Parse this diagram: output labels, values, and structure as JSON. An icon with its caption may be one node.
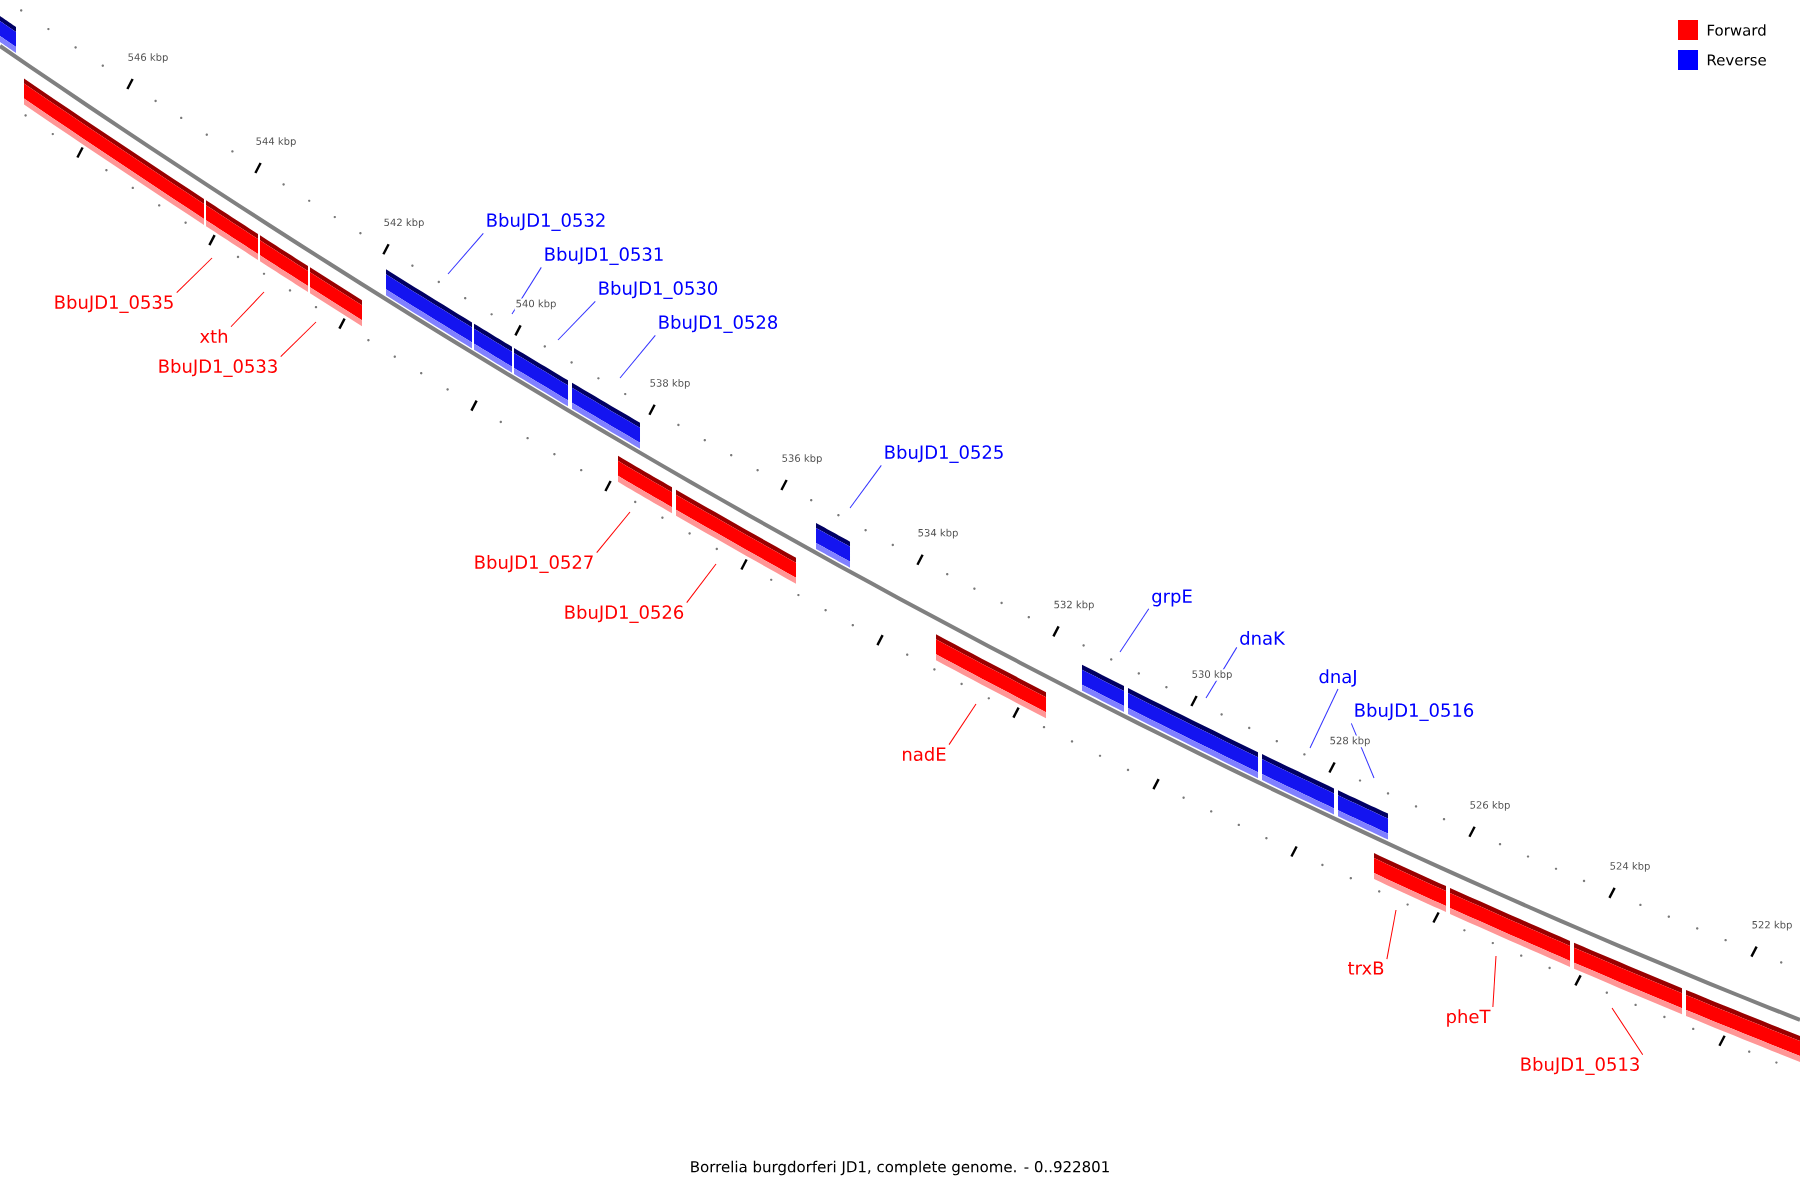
{
  "diagram": {
    "caption": "Borrelia burgdorferi JD1, complete genome. - 0..922801",
    "nodes": [
      {
        "text": [],
        "shape": "bar"
      },
      {
        "text": [],
        "shape": "bar"
      },
      {
        "text": [],
        "shape": "bar"
      },
      {
        "text": [],
        "shape": "bar"
      },
      {
        "text": [],
        "shape": "bar"
      },
      {
        "text": [],
        "shape": "bar"
      },
      {
        "text": [],
        "shape": "bar"
      },
      {
        "text": [],
        "shape": "bar"
      },
      {
        "text": [],
        "shape": "bar"
      },
      {
        "text": [],
        "shape": "bar"
      },
      {
        "text": [],
        "shape": "bar"
      },
      {
        "text": [],
        "shape": "bar"
      },
      {
        "text": [],
        "shape": "bar"
      },
      {
        "text": [],
        "shape": "bar"
      },
      {
        "text": [],
        "shape": "bar"
      },
      {
        "text": [],
        "shape": "bar"
      },
      {
        "text": [],
        "shape": "bar"
      },
      {
        "text": [],
        "shape": "bar"
      },
      {
        "text": [],
        "shape": "bar"
      },
      {
        "text": [],
        "shape": "bar"
      },
      {
        "text": [],
        "shape": "bar"
      },
      {
        "text": [
          "BbuJD1_0535"
        ]
      },
      {
        "text": [
          "xth"
        ]
      },
      {
        "text": [
          "BbuJD1_0533"
        ]
      },
      {
        "text": [
          "BbuJD1_0532"
        ]
      },
      {
        "text": [
          "BbuJD1_0531"
        ]
      },
      {
        "text": [
          "BbuJD1_0530"
        ]
      },
      {
        "text": [
          "BbuJD1_0528"
        ]
      },
      {
        "text": [
          "BbuJD1_0527"
        ]
      },
      {
        "text": [
          "BbuJD1_0526"
        ]
      },
      {
        "text": [
          "BbuJD1_0525"
        ]
      },
      {
        "text": [
          "nadE"
        ]
      },
      {
        "text": [
          "grpE"
        ]
      },
      {
        "text": [
          "dnaK"
        ]
      },
      {
        "text": [
          "dnaJ"
        ]
      },
      {
        "text": [
          "BbuJD1_0516"
        ]
      },
      {
        "text": [
          "trxB"
        ]
      },
      {
        "text": [
          "pheT"
        ]
      },
      {
        "text": [
          "BbuJD1_0513"
        ]
      }
    ],
    "edges": [
      {
        "from": 21,
        "to": 2,
        "arrow": "none",
        "color": "#ff0000"
      },
      {
        "from": 22,
        "to": 3,
        "arrow": "none",
        "color": "#ff0000"
      },
      {
        "from": 23,
        "to": 4,
        "arrow": "none",
        "color": "#ff0000"
      },
      {
        "from": 24,
        "to": 5,
        "arrow": "none",
        "color": "#3333ff"
      },
      {
        "from": 25,
        "to": 6,
        "arrow": "none",
        "color": "#3333ff"
      },
      {
        "from": 26,
        "to": 7,
        "arrow": "none",
        "color": "#3333ff"
      },
      {
        "from": 27,
        "to": 8,
        "arrow": "none",
        "color": "#3333ff"
      },
      {
        "from": 28,
        "to": 9,
        "arrow": "none",
        "color": "#ff0000"
      },
      {
        "from": 29,
        "to": 10,
        "arrow": "none",
        "color": "#ff0000"
      },
      {
        "from": 30,
        "to": 11,
        "arrow": "none",
        "color": "#3333ff"
      },
      {
        "from": 31,
        "to": 12,
        "arrow": "none",
        "color": "#ff0000"
      },
      {
        "from": 32,
        "to": 13,
        "arrow": "none",
        "color": "#3333ff"
      },
      {
        "from": 33,
        "to": 14,
        "arrow": "none",
        "color": "#3333ff"
      },
      {
        "from": 34,
        "to": 15,
        "arrow": "none",
        "color": "#3333ff"
      },
      {
        "from": 35,
        "to": 16,
        "arrow": "none",
        "color": "#3333ff"
      },
      {
        "from": 36,
        "to": 17,
        "arrow": "none",
        "color": "#ff0000"
      },
      {
        "from": 37,
        "to": 18,
        "arrow": "none",
        "color": "#ff0000"
      },
      {
        "from": 38,
        "to": 19,
        "arrow": "none",
        "color": "#ff0000"
      }
    ],
    "labels": [
      "546 kbp",
      "544 kbp",
      "542 kbp",
      "540 kbp",
      "538 kbp",
      "536 kbp",
      "534 kbp",
      "532 kbp",
      "530 kbp",
      "528 kbp",
      "526 kbp",
      "524 kbp",
      "522 kbp"
    ],
    "legend": [
      {
        "text": "Forward",
        "color": "#ff0000"
      },
      {
        "text": "Reverse",
        "color": "#0000ff"
      }
    ]
  }
}
